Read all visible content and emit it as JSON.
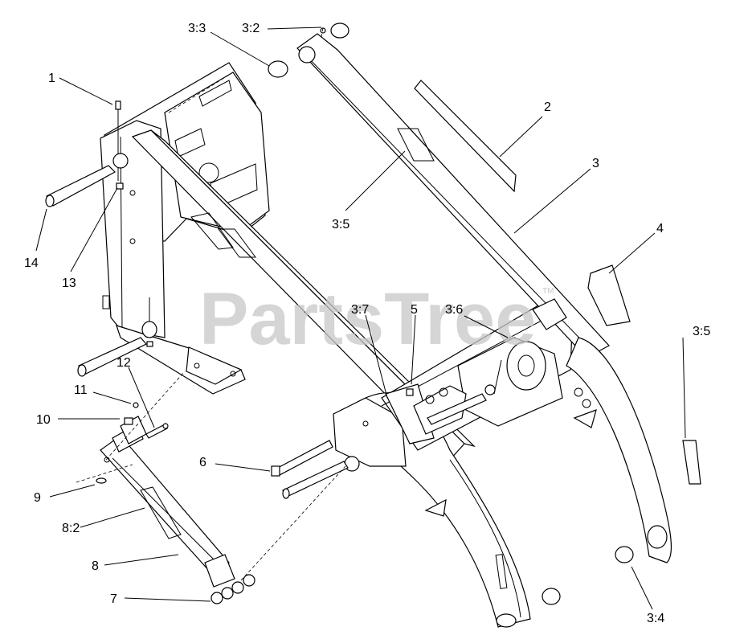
{
  "watermark": {
    "text": "PartsTree",
    "trademark": "TM"
  },
  "callouts": [
    {
      "id": "c1",
      "label": "1"
    },
    {
      "id": "c2",
      "label": "2"
    },
    {
      "id": "c3",
      "label": "3"
    },
    {
      "id": "c4",
      "label": "4"
    },
    {
      "id": "c5",
      "label": "5"
    },
    {
      "id": "c6",
      "label": "6"
    },
    {
      "id": "c7",
      "label": "7"
    },
    {
      "id": "c8",
      "label": "8"
    },
    {
      "id": "c9",
      "label": "9"
    },
    {
      "id": "c10",
      "label": "10"
    },
    {
      "id": "c11",
      "label": "11"
    },
    {
      "id": "c12",
      "label": "12"
    },
    {
      "id": "c13",
      "label": "13"
    },
    {
      "id": "c14",
      "label": "14"
    },
    {
      "id": "c3_2",
      "label": "3:2"
    },
    {
      "id": "c3_3",
      "label": "3:3"
    },
    {
      "id": "c3_4",
      "label": "3:4"
    },
    {
      "id": "c3_5a",
      "label": "3:5"
    },
    {
      "id": "c3_5b",
      "label": "3:5"
    },
    {
      "id": "c3_6",
      "label": "3:6"
    },
    {
      "id": "c3_7",
      "label": "3:7"
    },
    {
      "id": "c8_2",
      "label": "8:2"
    }
  ]
}
